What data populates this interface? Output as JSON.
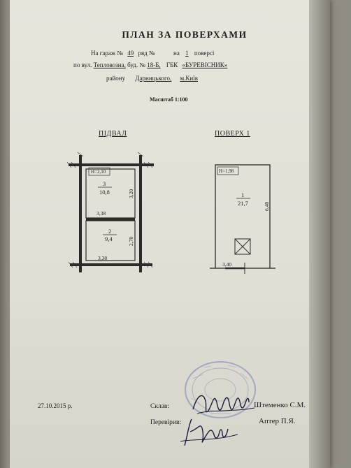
{
  "document": {
    "title": "ПЛАН ЗА ПОВЕРХАМИ",
    "line1": {
      "prefix": "На гараж №",
      "garage_no": "49",
      "row_label": "ряд №",
      "on_label": "на",
      "floor_no": "1",
      "floor_label": "поверсі"
    },
    "line2": {
      "street_prefix": "по вул.",
      "street": "Тепловозна,",
      "building_label": "буд. №",
      "building": "18-Б,",
      "gbk_label": "ГБК",
      "gbk_name": "«БУРЕВІСНИК»"
    },
    "line3": {
      "district_label": "району",
      "district": "Дарницького,",
      "city": "м.Київ"
    },
    "scale": "Масштаб 1:100"
  },
  "plans": {
    "basement": {
      "header": "ПІДВАЛ",
      "height": "Н=2,10",
      "room3": {
        "no": "3",
        "area": "10,8"
      },
      "room2": {
        "no": "2",
        "area": "9,4"
      },
      "dim_top_width": "3,38",
      "dim_bottom_width": "3,38",
      "dim_upper_height": "3,20",
      "dim_lower_height": "2,78"
    },
    "floor1": {
      "header": "ПОВЕРХ 1",
      "height": "Н=1,98",
      "room1": {
        "no": "1",
        "area": "21,7"
      },
      "dim_width": "3,40",
      "dim_height": "6,40"
    }
  },
  "footer": {
    "date": "27.10.2015 р.",
    "composed_label": "Склав:",
    "composed_name": "Штеменко С.М.",
    "checked_label": "Перевірив:",
    "checked_name": "Аптер П.Я."
  }
}
